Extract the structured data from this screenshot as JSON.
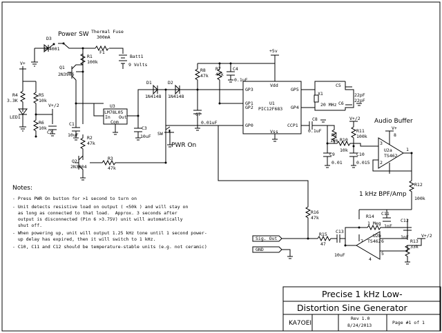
{
  "components": {
    "d3": {
      "ref": "D3",
      "value": "1N4001"
    },
    "power_sw": "Power SW",
    "thermal_fuse": {
      "title": "Thermal Fuse",
      "rating": "300mA",
      "ref": "F1"
    },
    "batt": {
      "ref": "Batt1",
      "value": "9 Volts"
    },
    "r1": {
      "ref": "R1",
      "value": "100k"
    },
    "q1": {
      "ref": "Q1",
      "value": "2N3906"
    },
    "r4": {
      "ref": "R4",
      "value": "3.3K"
    },
    "led1": "LED1",
    "r5": {
      "ref": "R5",
      "value": "10k"
    },
    "r6": {
      "ref": "R6",
      "value": "10k"
    },
    "c2": "C2",
    "c1": {
      "ref": "C1",
      "value": "10uF"
    },
    "u3": {
      "ref": "U3",
      "part": "LM78L05",
      "in": "In",
      "out": "Out",
      "com": "Com"
    },
    "c3": {
      "ref": "C3",
      "value": "10uF"
    },
    "r2": {
      "ref": "R2",
      "value": "47k"
    },
    "q2": {
      "ref": "Q2",
      "value": "2N3904"
    },
    "r3": {
      "ref": "R3",
      "value": "47k"
    },
    "d1": {
      "ref": "D1",
      "value": "1N4148"
    },
    "d2": {
      "ref": "D2",
      "value": "1N4148"
    },
    "sw": "SW",
    "pwr_on": "PWR On",
    "r8": {
      "ref": "R8",
      "value": "47k"
    },
    "r7": {
      "ref": "R7",
      "value": "47k"
    },
    "c4": {
      "ref": "C4",
      "value": "0.1uF"
    },
    "c7": {
      "ref": "C7",
      "value": "0.01uF"
    },
    "u1": {
      "ref": "U1",
      "part": "PIC12F683",
      "vdd": "Vdd",
      "vss": "Vss",
      "pins": [
        "GP5",
        "GP4",
        "GP3",
        "GP2",
        "GP1",
        "GP0",
        "CCP1"
      ]
    },
    "x1": {
      "ref": "X1",
      "value": "20 MHz"
    },
    "c5": {
      "ref": "C5",
      "value": "22pF"
    },
    "c6": {
      "ref": "C6",
      "value": "22pF"
    },
    "c8": {
      "ref": "C8",
      "value": "0.1uF"
    },
    "r9": {
      "ref": "R9",
      "value": "10k"
    },
    "c9": {
      "ref": "C9",
      "value": "0.01"
    },
    "r10": {
      "ref": "R10",
      "value": "10k"
    },
    "c10": {
      "ref": "C10",
      "value": "0.015"
    },
    "r11": {
      "ref": "R11",
      "value": "100k"
    },
    "u2a": {
      "ref": "U2a",
      "part": "TS462"
    },
    "r12": {
      "ref": "R12",
      "value": "100k"
    },
    "c11": {
      "ref": "C11",
      "value": "1nF"
    },
    "r14": {
      "ref": "R14",
      "value": "1 Meg"
    },
    "c12": {
      "ref": "C12",
      "value": "1nF"
    },
    "u2b": {
      "ref": "U2b",
      "part": "TS462"
    },
    "r13": {
      "ref": "R13",
      "value": "33k"
    },
    "r15": {
      "ref": "R15",
      "value": "47"
    },
    "c13": {
      "ref": "C13",
      "value": "10uF"
    },
    "r16": {
      "ref": "R16",
      "value": "47k"
    }
  },
  "rails": {
    "vplus": "V+",
    "v5": "+5v",
    "vhalf": "V+/2"
  },
  "pin_nums": {
    "p2": "2",
    "p3": "3",
    "p8": "8",
    "p1": "1",
    "p7": "7",
    "p6": "6",
    "p5": "5",
    "p4": "4"
  },
  "labels": {
    "audio_buffer": "Audio Buffer",
    "bpf": "1 kHz BPF/Amp",
    "sig_out": "Sig. Out",
    "gnd": "GND"
  },
  "notes": {
    "title": "Notes:",
    "lines": [
      "- Press PWR On button for >1 second to turn on",
      "- Unit detects resistive load on output ( <50k ) and will stay on",
      "  as long as connected to that load.  Approx. 3 seconds after",
      "  output is disconnected (Pin 6 >3.75V) unit will automatically",
      "  shut off.",
      "- When powering up, unit will output 1.25 kHz tone until 1 second power-",
      "  up delay has expired, then it will switch to 1 kHz.",
      "- C10, C11 and C12 should be temperature-stable units (e.g. not ceramic)"
    ]
  },
  "title_block": {
    "title_line1": "Precise 1 kHz Low-",
    "title_line2": "Distortion Sine Generator",
    "author": "KA7OEI",
    "rev": "Rev 1.0",
    "date": "8/24/2013",
    "page": "Page #1 of 1"
  }
}
